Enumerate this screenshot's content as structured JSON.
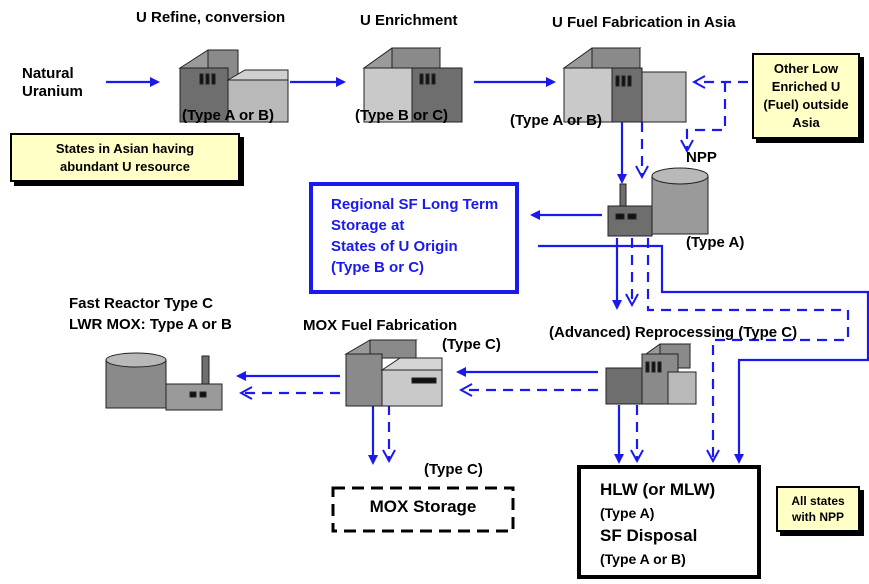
{
  "nodes": {
    "natural_uranium": [
      "Natural",
      "Uranium"
    ],
    "u_refine": {
      "title": "U Refine, conversion",
      "type": "(Type A or B)"
    },
    "u_enrichment": {
      "title": "U Enrichment",
      "type": "(Type B or C)"
    },
    "u_fuel_fab": {
      "title": "U Fuel Fabrication in Asia",
      "type": "(Type A or B)"
    },
    "npp": {
      "title": "NPP",
      "type": "(Type A)"
    },
    "regional_sf": [
      "Regional SF Long Term",
      "Storage at",
      "States of U Origin",
      "(Type B or C)"
    ],
    "reprocessing": {
      "title": "(Advanced) Reprocessing (Type C)"
    },
    "mox_fab": {
      "title": "MOX Fuel Fabrication",
      "type": "(Type C)"
    },
    "fast_reactor": [
      "Fast Reactor Type C",
      "LWR MOX: Type A or B"
    ],
    "mox_storage": {
      "type": "(Type C)",
      "label": "MOX Storage"
    },
    "hlw": [
      "HLW (or MLW)",
      "(Type A)",
      "SF Disposal",
      "(Type A or B)"
    ]
  },
  "notes": {
    "asian_states": [
      "States in Asian having",
      "abundant U resource"
    ],
    "other_leu": [
      "Other Low",
      "Enriched U",
      "(Fuel) outside",
      "Asia"
    ],
    "all_states": [
      "All states",
      "with NPP"
    ]
  },
  "colors": {
    "arrow": "#1a1aee",
    "note_fill": "#ffffc6",
    "building_dark": "#6e6e6e",
    "building_light": "#b9b9b9"
  }
}
